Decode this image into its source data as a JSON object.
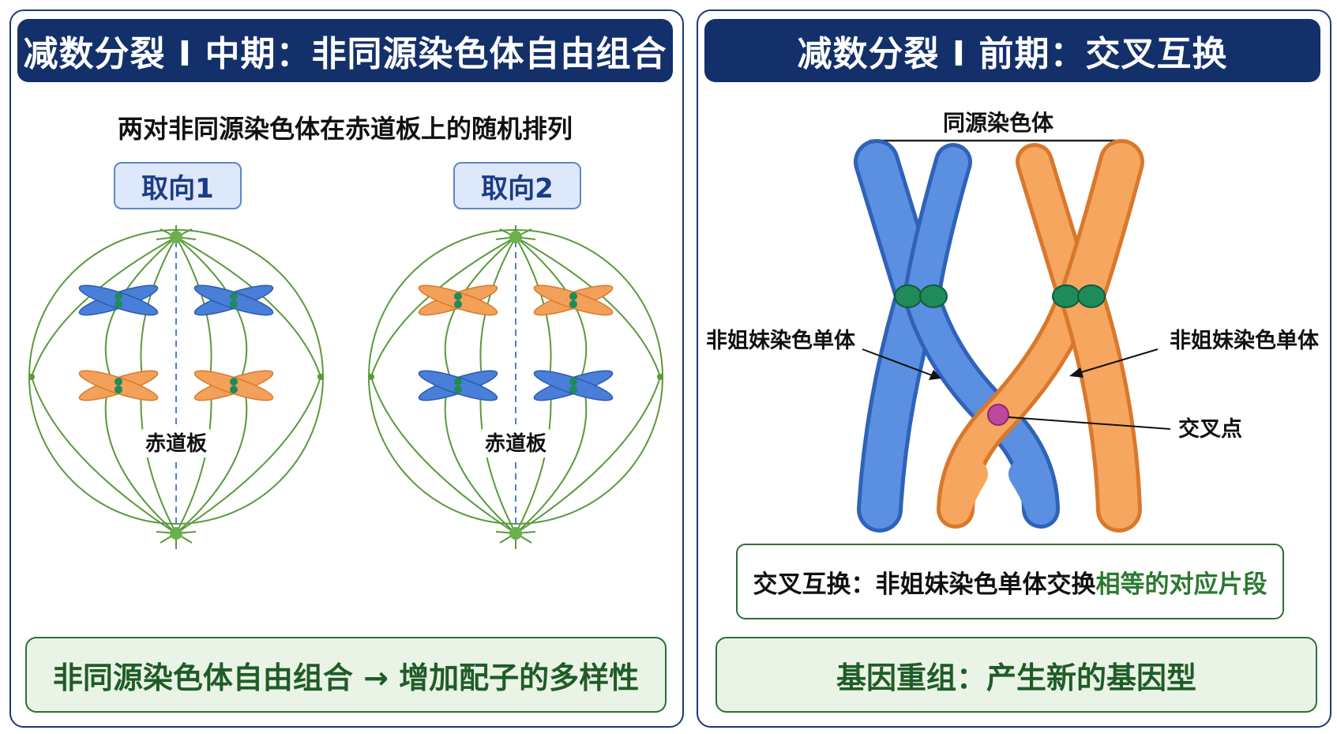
{
  "left_panel": {
    "title": "减数分裂 I 中期：非同源染色体自由组合",
    "subtitle": "两对非同源染色体在赤道板上的随机排列",
    "orientation_1": "取向1",
    "orientation_2": "取向2",
    "plate_label_1": "赤道板",
    "plate_label_2": "赤道板",
    "summary": "非同源染色体自由组合 → 增加配子的多样性"
  },
  "right_panel": {
    "title": "减数分裂 I 前期：交叉互换",
    "homolog_label": "同源染色体",
    "nonsister_left": "非姐妹染色单体",
    "nonsister_right": "非姐妹染色单体",
    "chiasma_label": "交叉点",
    "definition_prefix": "交叉互换：非姐妹染色单体交换",
    "definition_highlight": "相等的对应片段",
    "summary": "基因重组：产生新的基因型"
  },
  "colors": {
    "navy": "#13306b",
    "blue_chromosome": "#4a7fd9",
    "orange_chromosome": "#f3a05a",
    "centromere_green": "#1f8a5a",
    "spindle_green": "#5a9a3c",
    "chiasma_magenta": "#c0489c",
    "summary_green": "#1f5c27"
  }
}
